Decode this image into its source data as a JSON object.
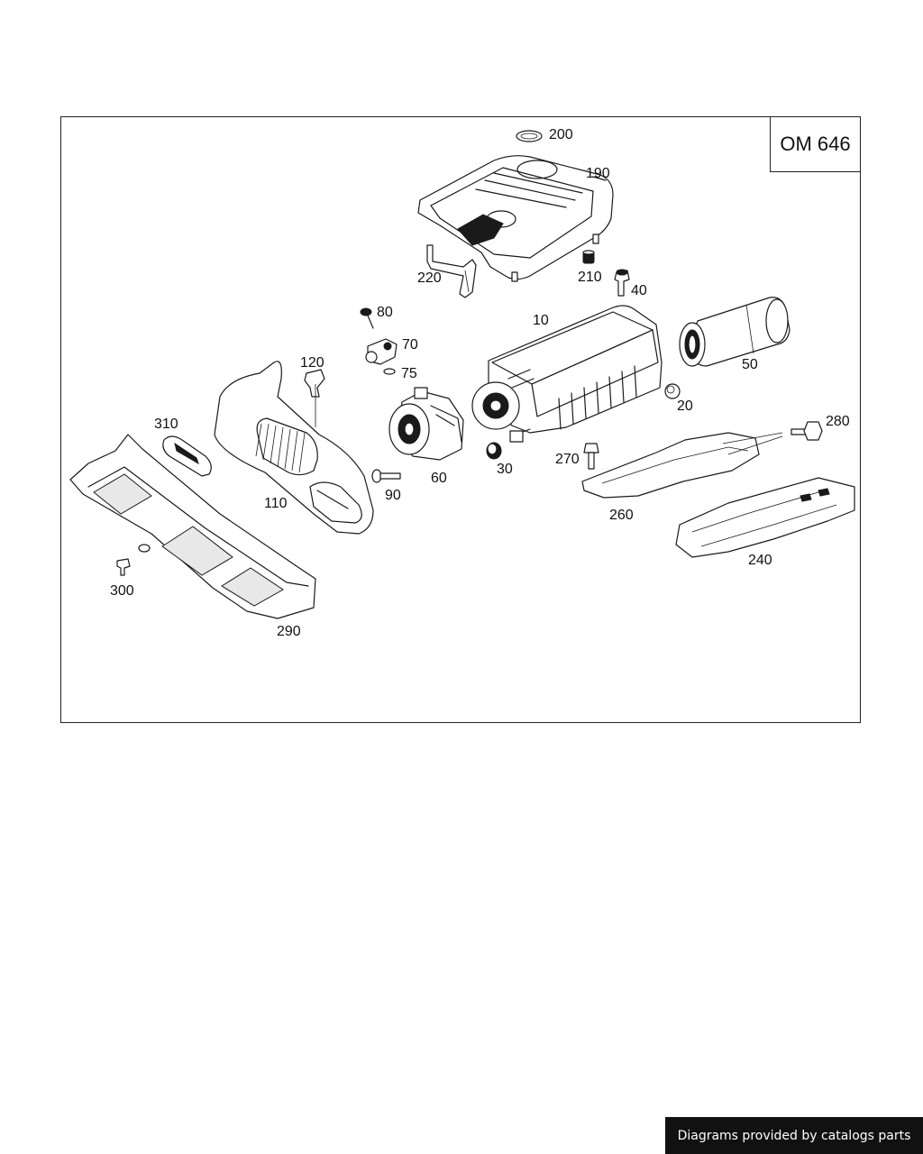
{
  "diagram": {
    "engine_code": "OM 646",
    "labels": {
      "p10": "10",
      "p20": "20",
      "p30": "30",
      "p40": "40",
      "p50": "50",
      "p60": "60",
      "p70": "70",
      "p75": "75",
      "p80": "80",
      "p90": "90",
      "p110": "110",
      "p120": "120",
      "p190": "190",
      "p200": "200",
      "p210": "210",
      "p220": "220",
      "p240": "240",
      "p260": "260",
      "p270": "270",
      "p280": "280",
      "p290": "290",
      "p300": "300",
      "p310": "310"
    }
  },
  "footer": {
    "credit": "Diagrams provided by catalogs parts"
  }
}
